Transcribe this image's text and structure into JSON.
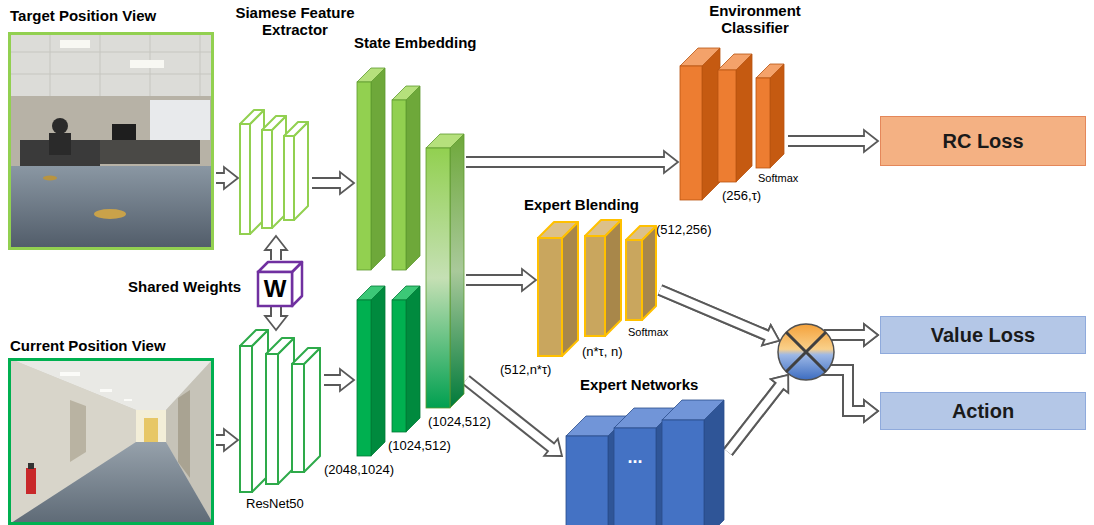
{
  "diagram": {
    "nodes": [
      {
        "text": [
          "Target Position View"
        ]
      },
      {
        "text": [
          "Siamese Feature Extractor"
        ]
      },
      {
        "text": [
          "Shared Weights",
          "W"
        ]
      },
      {
        "text": [
          "Current Position View"
        ]
      },
      {
        "text": [
          "ResNet50"
        ]
      },
      {
        "text": [
          "State Embedding",
          "(2048,1024)",
          "(1024,512)",
          "(1024,512)"
        ]
      },
      {
        "text": [
          "Environment Classifier",
          "(512,256)",
          "(256,τ)",
          "Softmax"
        ]
      },
      {
        "text": [
          "RC Loss"
        ]
      },
      {
        "text": [
          "Expert Blending",
          "(512,n*τ)",
          "(n*τ, n)",
          "Softmax"
        ]
      },
      {
        "text": [
          "Expert Networks",
          "..."
        ]
      },
      {
        "text": [
          "Value Loss"
        ]
      },
      {
        "text": [
          "Action"
        ]
      }
    ],
    "edges": [
      {
        "from": 0,
        "to": 1,
        "arrow": "to"
      },
      {
        "from": 2,
        "to": 1,
        "arrow": "to"
      },
      {
        "from": 2,
        "to": 4,
        "arrow": "to"
      },
      {
        "from": 3,
        "to": 4,
        "arrow": "to"
      },
      {
        "from": 1,
        "to": 5,
        "arrow": "to"
      },
      {
        "from": 4,
        "to": 5,
        "arrow": "to"
      },
      {
        "from": 5,
        "to": 6,
        "arrow": "to"
      },
      {
        "from": 6,
        "to": 7,
        "arrow": "to"
      },
      {
        "from": 5,
        "to": 8,
        "arrow": "to"
      },
      {
        "from": 5,
        "to": 9,
        "arrow": "to"
      },
      {
        "from": 8,
        "to": 10,
        "arrow": "to"
      },
      {
        "from": 8,
        "to": 11,
        "arrow": "to"
      },
      {
        "from": 9,
        "to": 10,
        "arrow": "to"
      },
      {
        "from": 9,
        "to": 11,
        "arrow": "to"
      }
    ]
  }
}
